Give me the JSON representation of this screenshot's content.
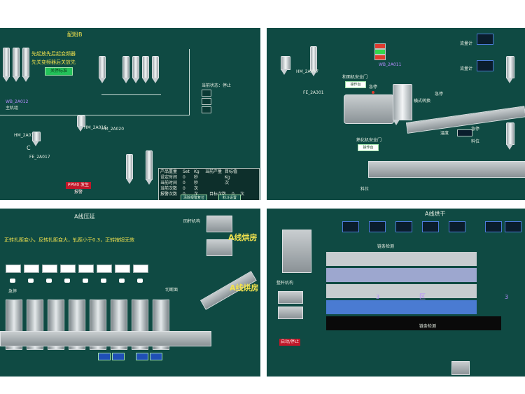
{
  "panel1": {
    "title": "配粉B",
    "notice_line1": "先起放先后起变频器",
    "notice_line2": "先关变频器后关放先",
    "green_button": "关停标准",
    "label_wb_2a012": "WB_2A012",
    "label_mix": "主机组",
    "label_hm_2a013": "HM_2A013",
    "label_hm_2a016": "HM_2A016",
    "label_hm_2a020": "HM_2A020",
    "label_fe_2a017": "FE_2A017",
    "label_c": "C",
    "right_top_text": "当前状态：停止",
    "bottom_red_button": "PPM0 发生报警",
    "table_headers": [
      "产品重量",
      "Set",
      "Kg",
      "当前产量",
      "目标值"
    ],
    "table_rows": [
      [
        "设定时间",
        "0",
        "秒",
        "Kg"
      ],
      [
        "当前时间",
        "0",
        "秒",
        "次"
      ],
      [
        "当前次数",
        "0",
        "次"
      ],
      [
        "报警次数",
        "0",
        "次"
      ],
      [
        "目标次数",
        "0",
        "次"
      ]
    ],
    "table_footer_btn1": "清除报警复位",
    "table_footer_btn2": "料斗设置"
  },
  "panel2": {
    "label_hm_2a047": "HM_2A047",
    "label_fe_2a301": "FE_2A301",
    "label_wb_2a011": "WB_2A011",
    "label_door1": "和面机安全门",
    "label_door2": "熟化机安全门",
    "label_stop1": "急停",
    "label_stop2": "急停",
    "label_stop3": "急停",
    "label_horizontal": "横式转换",
    "label_temp": "温度",
    "label_level": "料位",
    "label_level2": "料位",
    "label_flow1": "流量计",
    "label_flow2": "流量计",
    "label_plain_btn1": "操作台",
    "label_plain_btn2": "操作台"
  },
  "panel3": {
    "title": "A线压延",
    "notice": "正转扎距变小，反转扎距变大，轧距小于0.3，正转按钮无效",
    "label_stop": "急停",
    "label_cutter": "切断面",
    "label_mechanism": "回杆机构",
    "big_label1": "A线烘房",
    "big_label2": "A线烘房"
  },
  "panel4": {
    "title": "A线烘干",
    "label_chain": "链条检测",
    "label_rack": "整杆机构",
    "label_chain2": "链条检测",
    "zone_labels": [
      "3",
      "区",
      "3"
    ],
    "red_button": "启动/停止"
  },
  "colors": {
    "panel_bg": "#0f4a43",
    "accent_yellow": "#f1e24e",
    "alarm_red": "#c0182a",
    "ok_green": "#33d64c"
  }
}
